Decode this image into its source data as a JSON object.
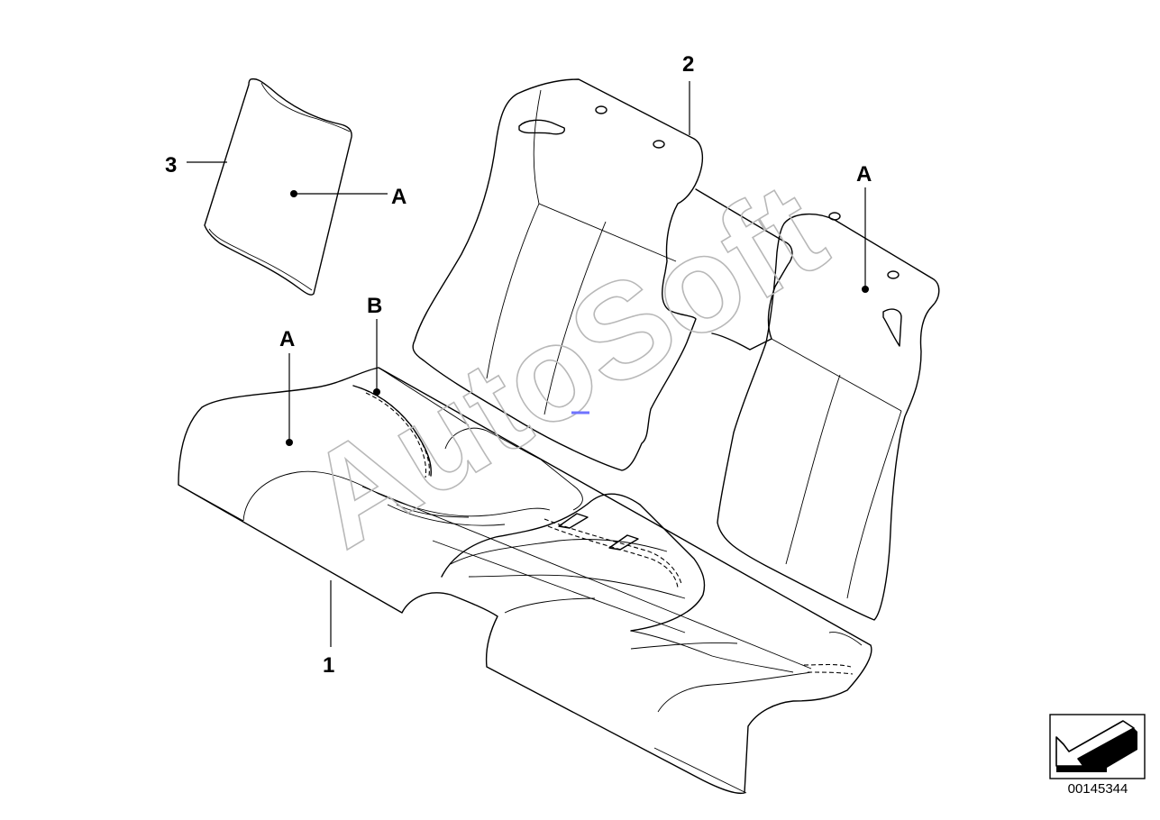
{
  "callouts": {
    "part_1": "1",
    "part_2": "2",
    "part_3": "3",
    "point_a_cover": "A",
    "point_a_backrest": "A",
    "point_a_cushion": "A",
    "point_b_cushion": "B"
  },
  "watermark": "AutoSoft",
  "reference_number": "00145344",
  "icons": {
    "orientation": "arrow-orientation-icon"
  }
}
